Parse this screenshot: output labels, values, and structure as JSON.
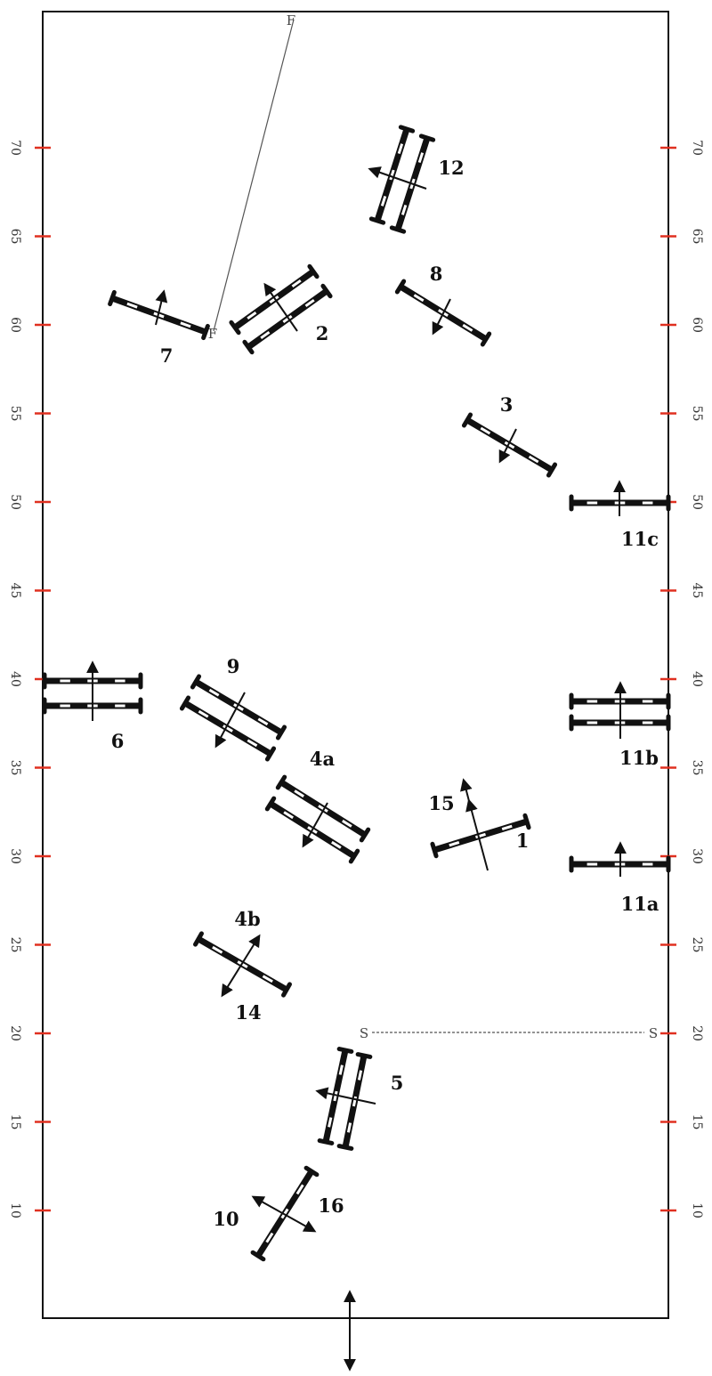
{
  "scale": {
    "marks": [
      "10",
      "15",
      "20",
      "25",
      "30",
      "35",
      "40",
      "45",
      "50",
      "55",
      "60",
      "65",
      "70"
    ],
    "tick_color": "#e03020"
  },
  "start_line": {
    "left_label": "S",
    "right_label": "S"
  },
  "finish_line": {
    "top_label": "F",
    "bottom_label": "F"
  },
  "fences": {
    "f1": "1",
    "f2": "2",
    "f3": "3",
    "f4a": "4a",
    "f4b": "4b",
    "f5": "5",
    "f6": "6",
    "f7": "7",
    "f8": "8",
    "f9": "9",
    "f10": "10",
    "f11a": "11a",
    "f11b": "11b",
    "f11c": "11c",
    "f12": "12",
    "f14": "14",
    "f15": "15",
    "f16": "16"
  },
  "colors": {
    "pole": "#111111",
    "pole_stripe": "#ffffff",
    "arena_border": "#111111",
    "line": "#555555"
  }
}
